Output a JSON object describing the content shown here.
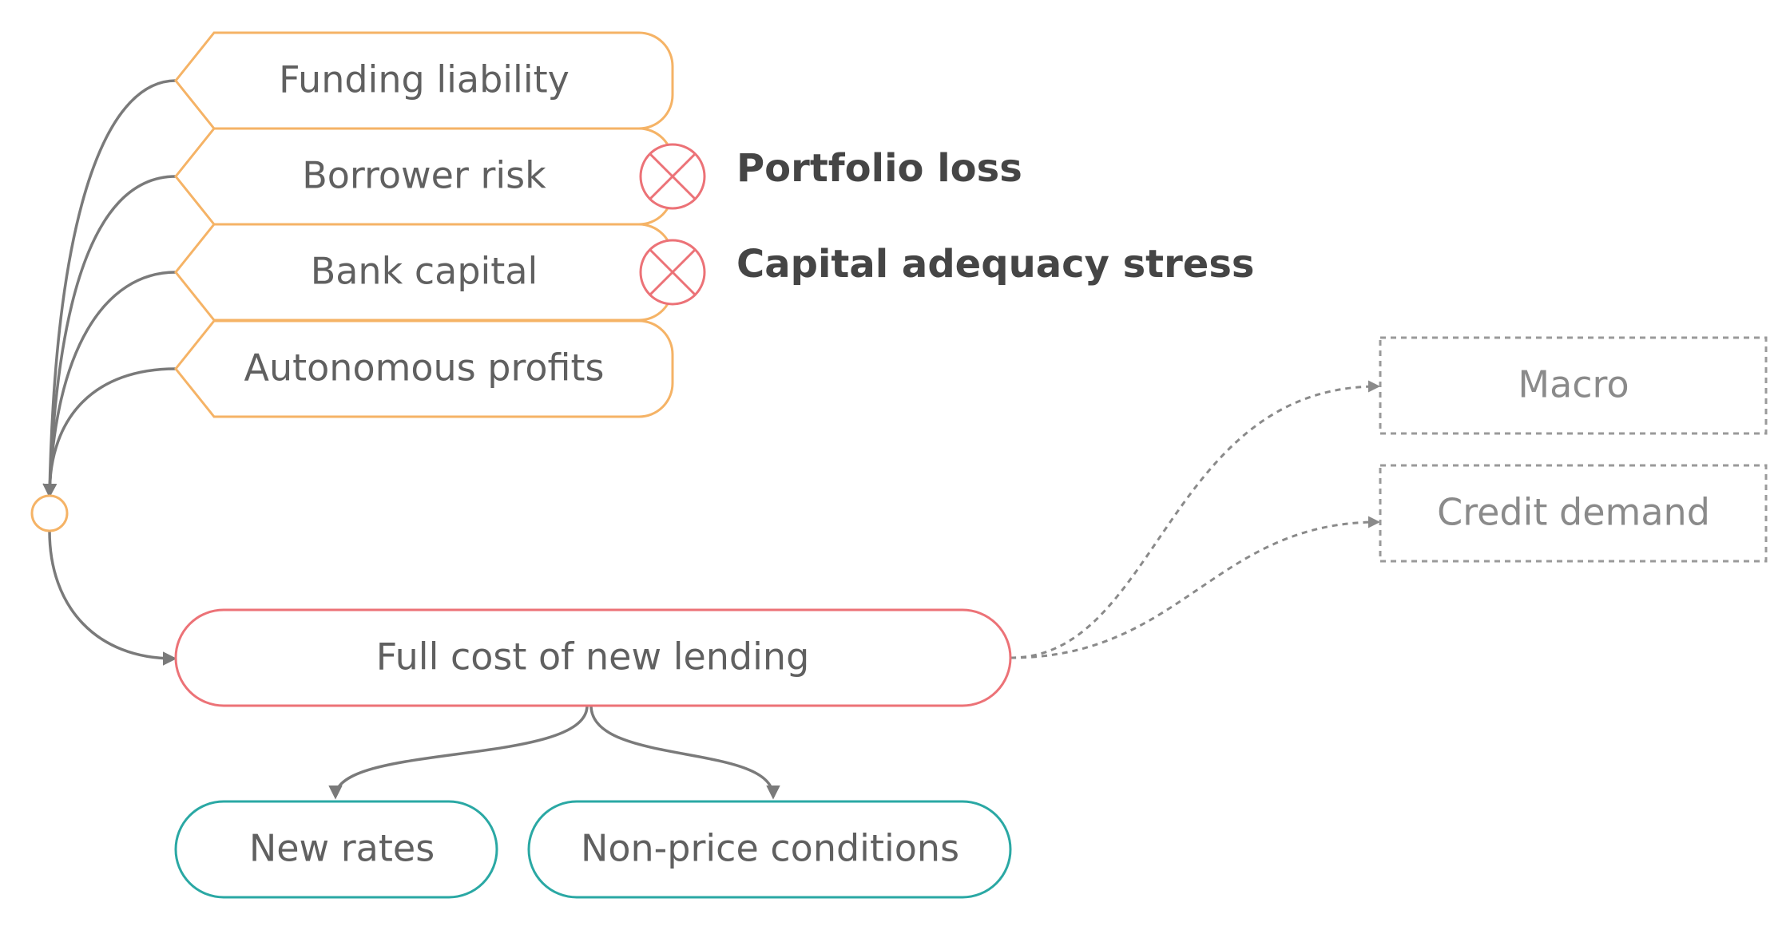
{
  "colors": {
    "driver_border": "#f5b366",
    "core_border": "#ec7277",
    "outcome_border": "#2aa8a4",
    "external_border": "#9a9a9a",
    "edge": "#7a7a7a",
    "shock_icon": "#ec7277"
  },
  "drivers": [
    {
      "label": "Funding liability"
    },
    {
      "label": "Borrower risk"
    },
    {
      "label": "Bank capital"
    },
    {
      "label": "Autonomous profits"
    }
  ],
  "shocks": [
    {
      "icon": "x-circle-icon",
      "label": "Portfolio loss"
    },
    {
      "icon": "x-circle-icon",
      "label": "Capital adequacy stress"
    }
  ],
  "core": {
    "label": "Full cost of new lending"
  },
  "outcomes": [
    {
      "label": "New rates"
    },
    {
      "label": "Non-price conditions"
    }
  ],
  "external": [
    {
      "label": "Macro"
    },
    {
      "label": "Credit demand"
    }
  ]
}
